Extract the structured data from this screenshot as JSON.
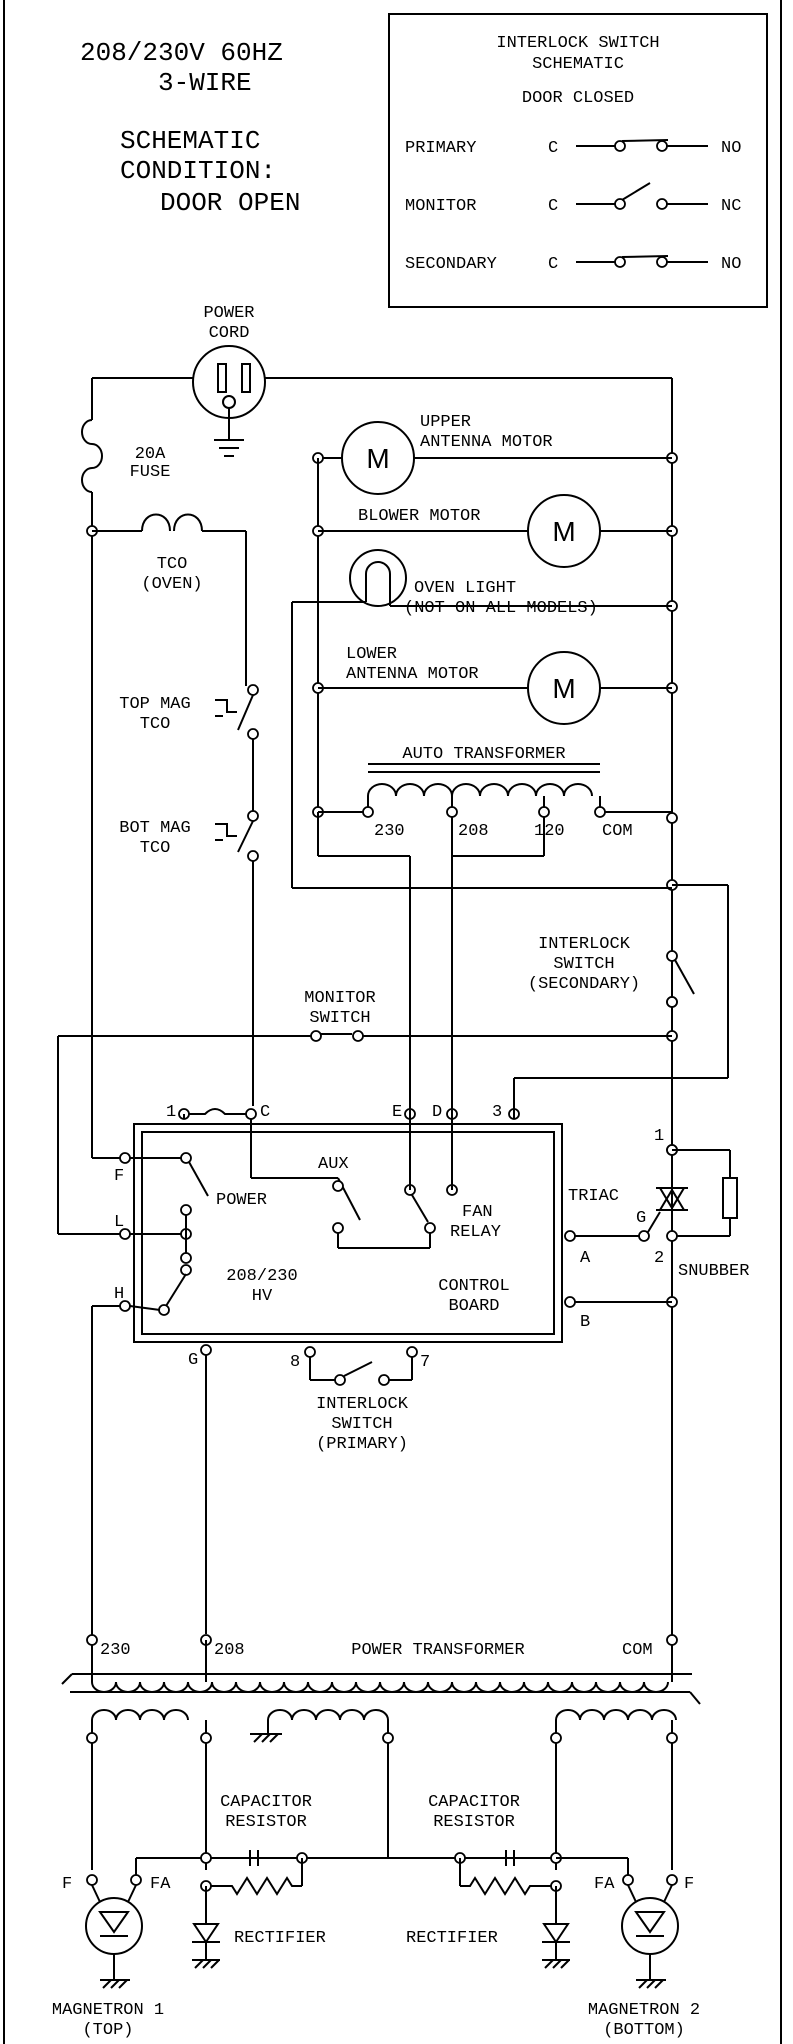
{
  "header": {
    "power_line1": "208/230V 60HZ",
    "power_line2": "3-WIRE",
    "cond_line1": "SCHEMATIC",
    "cond_line2": "CONDITION:",
    "cond_line3": "DOOR OPEN"
  },
  "interlock_box": {
    "title1": "INTERLOCK SWITCH",
    "title2": "SCHEMATIC",
    "subtitle": "DOOR CLOSED",
    "rows": [
      {
        "name": "PRIMARY",
        "common": "C",
        "contact": "NO"
      },
      {
        "name": "MONITOR",
        "common": "C",
        "contact": "NC"
      },
      {
        "name": "SECONDARY",
        "common": "C",
        "contact": "NO"
      }
    ]
  },
  "labels": {
    "power_cord1": "POWER",
    "power_cord2": "CORD",
    "fuse1": "20A",
    "fuse2": "FUSE",
    "tco1": "TCO",
    "tco2": "(OVEN)",
    "top_mag1": "TOP MAG",
    "top_mag2": "TCO",
    "bot_mag1": "BOT MAG",
    "bot_mag2": "TCO",
    "upper_motor1": "UPPER",
    "upper_motor2": "ANTENNA MOTOR",
    "blower_motor": "BLOWER MOTOR",
    "oven_light1": "OVEN LIGHT",
    "oven_light2": "(NOT ON ALL MODELS)",
    "lower_motor1": "LOWER",
    "lower_motor2": "ANTENNA MOTOR",
    "motor_symbol": "M",
    "auto_transformer": "AUTO TRANSFORMER",
    "tap_230": "230",
    "tap_208": "208",
    "tap_120": "120",
    "tap_com": "COM",
    "interlock_sec1": "INTERLOCK",
    "interlock_sec2": "SWITCH",
    "interlock_sec3": "(SECONDARY)",
    "monitor1": "MONITOR",
    "monitor2": "SWITCH",
    "term_1": "1",
    "term_c": "C",
    "term_e": "E",
    "term_d": "D",
    "term_3": "3",
    "term_f": "F",
    "term_l": "L",
    "term_h": "H",
    "term_g": "G",
    "term_a": "A",
    "term_b": "B",
    "term_8": "8",
    "term_7": "7",
    "power_switch": "POWER",
    "aux": "AUX",
    "fan1": "FAN",
    "fan2": "RELAY",
    "hv1": "208/230",
    "hv2": "HV",
    "cb1": "CONTROL",
    "cb2": "BOARD",
    "triac": "TRIAC",
    "triac_1": "1",
    "triac_g": "G",
    "triac_2": "2",
    "snubber": "SNUBBER",
    "interlock_pri1": "INTERLOCK",
    "interlock_pri2": "SWITCH",
    "interlock_pri3": "(PRIMARY)",
    "pt_230": "230",
    "pt_208": "208",
    "pt_com": "COM",
    "power_transformer": "POWER TRANSFORMER",
    "cap1_1": "CAPACITOR",
    "cap1_2": "RESISTOR",
    "cap2_1": "CAPACITOR",
    "cap2_2": "RESISTOR",
    "rect1": "RECTIFIER",
    "rect2": "RECTIFIER",
    "mag_f": "F",
    "mag_fa": "FA",
    "mag1_1": "MAGNETRON 1",
    "mag1_2": "(TOP)",
    "mag2_1": "MAGNETRON 2",
    "mag2_2": "(BOTTOM)"
  }
}
